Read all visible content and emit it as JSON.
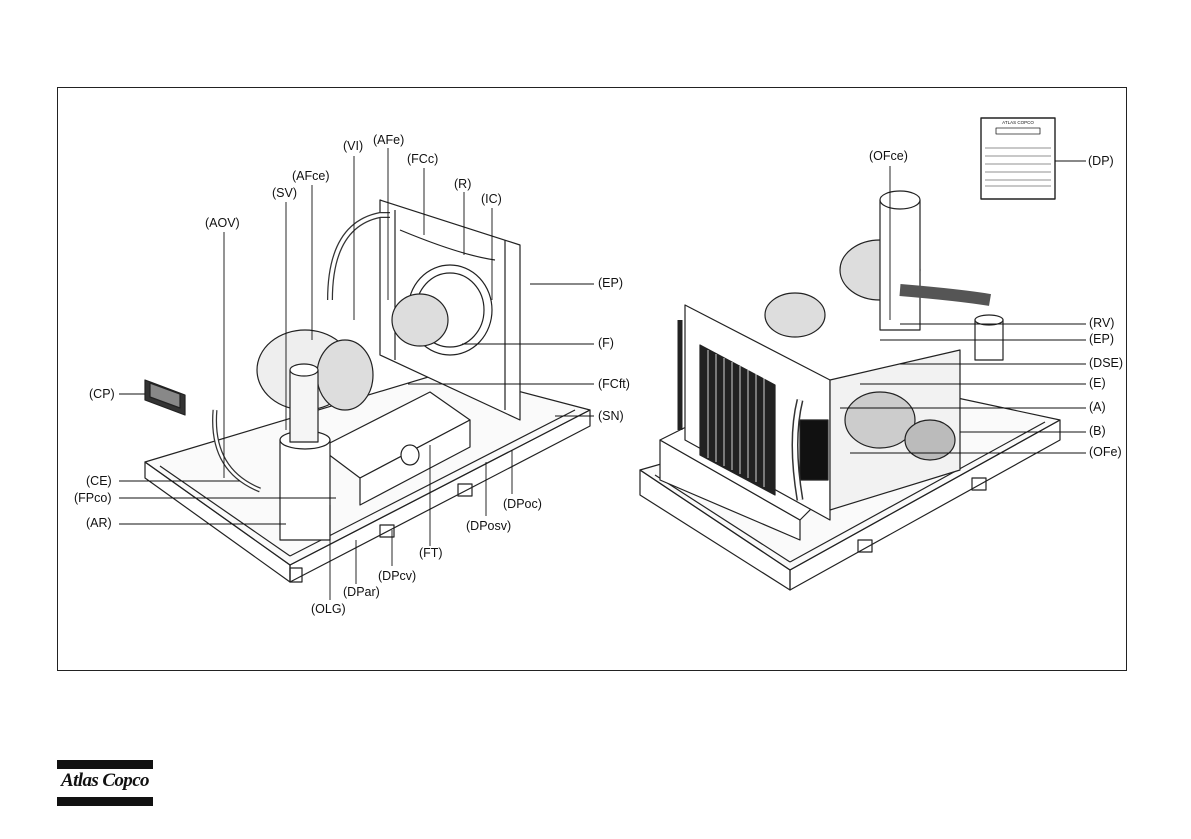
{
  "diagram": {
    "callouts": {
      "VI": "(VI)",
      "AFe": "(AFe)",
      "FCc": "(FCc)",
      "AFce": "(AFce)",
      "R": "(R)",
      "SV": "(SV)",
      "IC": "(IC)",
      "AOV": "(AOV)",
      "EP_left": "(EP)",
      "F": "(F)",
      "FCft": "(FCft)",
      "CP": "(CP)",
      "SN": "(SN)",
      "CE": "(CE)",
      "FPco": "(FPco)",
      "DPoc": "(DPoc)",
      "AR": "(AR)",
      "DPosv": "(DPosv)",
      "FT": "(FT)",
      "DPcv": "(DPcv)",
      "DPar": "(DPar)",
      "OLG": "(OLG)",
      "OFce": "(OFce)",
      "DP": "(DP)",
      "RV": "(RV)",
      "EP_right": "(EP)",
      "DSE": "(DSE)",
      "E": "(E)",
      "A": "(A)",
      "B": "(B)",
      "OFe": "(OFe)"
    },
    "data_plate_brand": "ATLAS COPCO"
  },
  "logo": {
    "text": "Atlas Copco"
  }
}
